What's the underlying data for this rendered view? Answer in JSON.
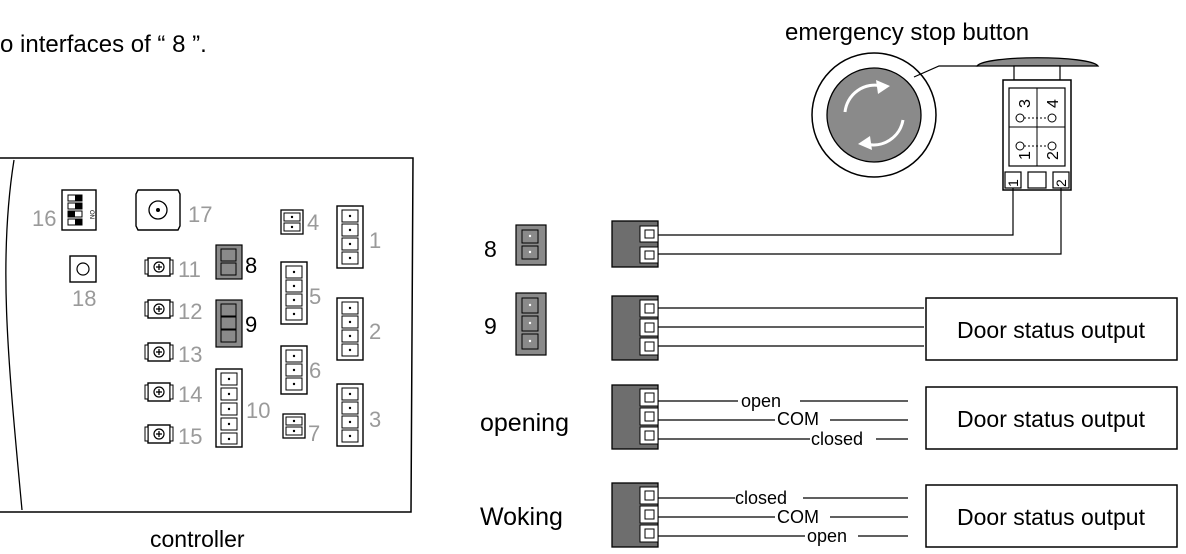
{
  "header": {
    "intro_text": "o interfaces of “ 8 ”.",
    "estop_title": "emergency stop button"
  },
  "controller": {
    "caption": "controller",
    "component_numbers": [
      "1",
      "2",
      "3",
      "4",
      "5",
      "6",
      "7",
      "8",
      "9",
      "10",
      "11",
      "12",
      "13",
      "14",
      "15",
      "16",
      "17",
      "18"
    ],
    "dip_switch_marks": [
      "ON"
    ],
    "highlight_color": "#8a8a8a",
    "number_color_gray": "#9a9a9a",
    "number_color_black": "#000000"
  },
  "estop": {
    "contact_numbers": [
      "3",
      "4",
      "1",
      "2"
    ],
    "terminal_numbers": [
      "1",
      "2"
    ],
    "button_body_color": "#8a8a8a",
    "arrow_icon": "rotate-release-arrows-icon"
  },
  "wiring": {
    "row_labels": {
      "row8": "8",
      "row9": "9",
      "opening": "opening",
      "woking": "Woking"
    },
    "output_box_label": "Door status output",
    "opening_wires": [
      "open",
      "COM",
      "closed"
    ],
    "woking_wires": [
      "closed",
      "COM",
      "open"
    ]
  },
  "colors": {
    "terminal_block": "#6e6e6e",
    "line": "#000000",
    "connector_gray": "#8a8a8a"
  }
}
